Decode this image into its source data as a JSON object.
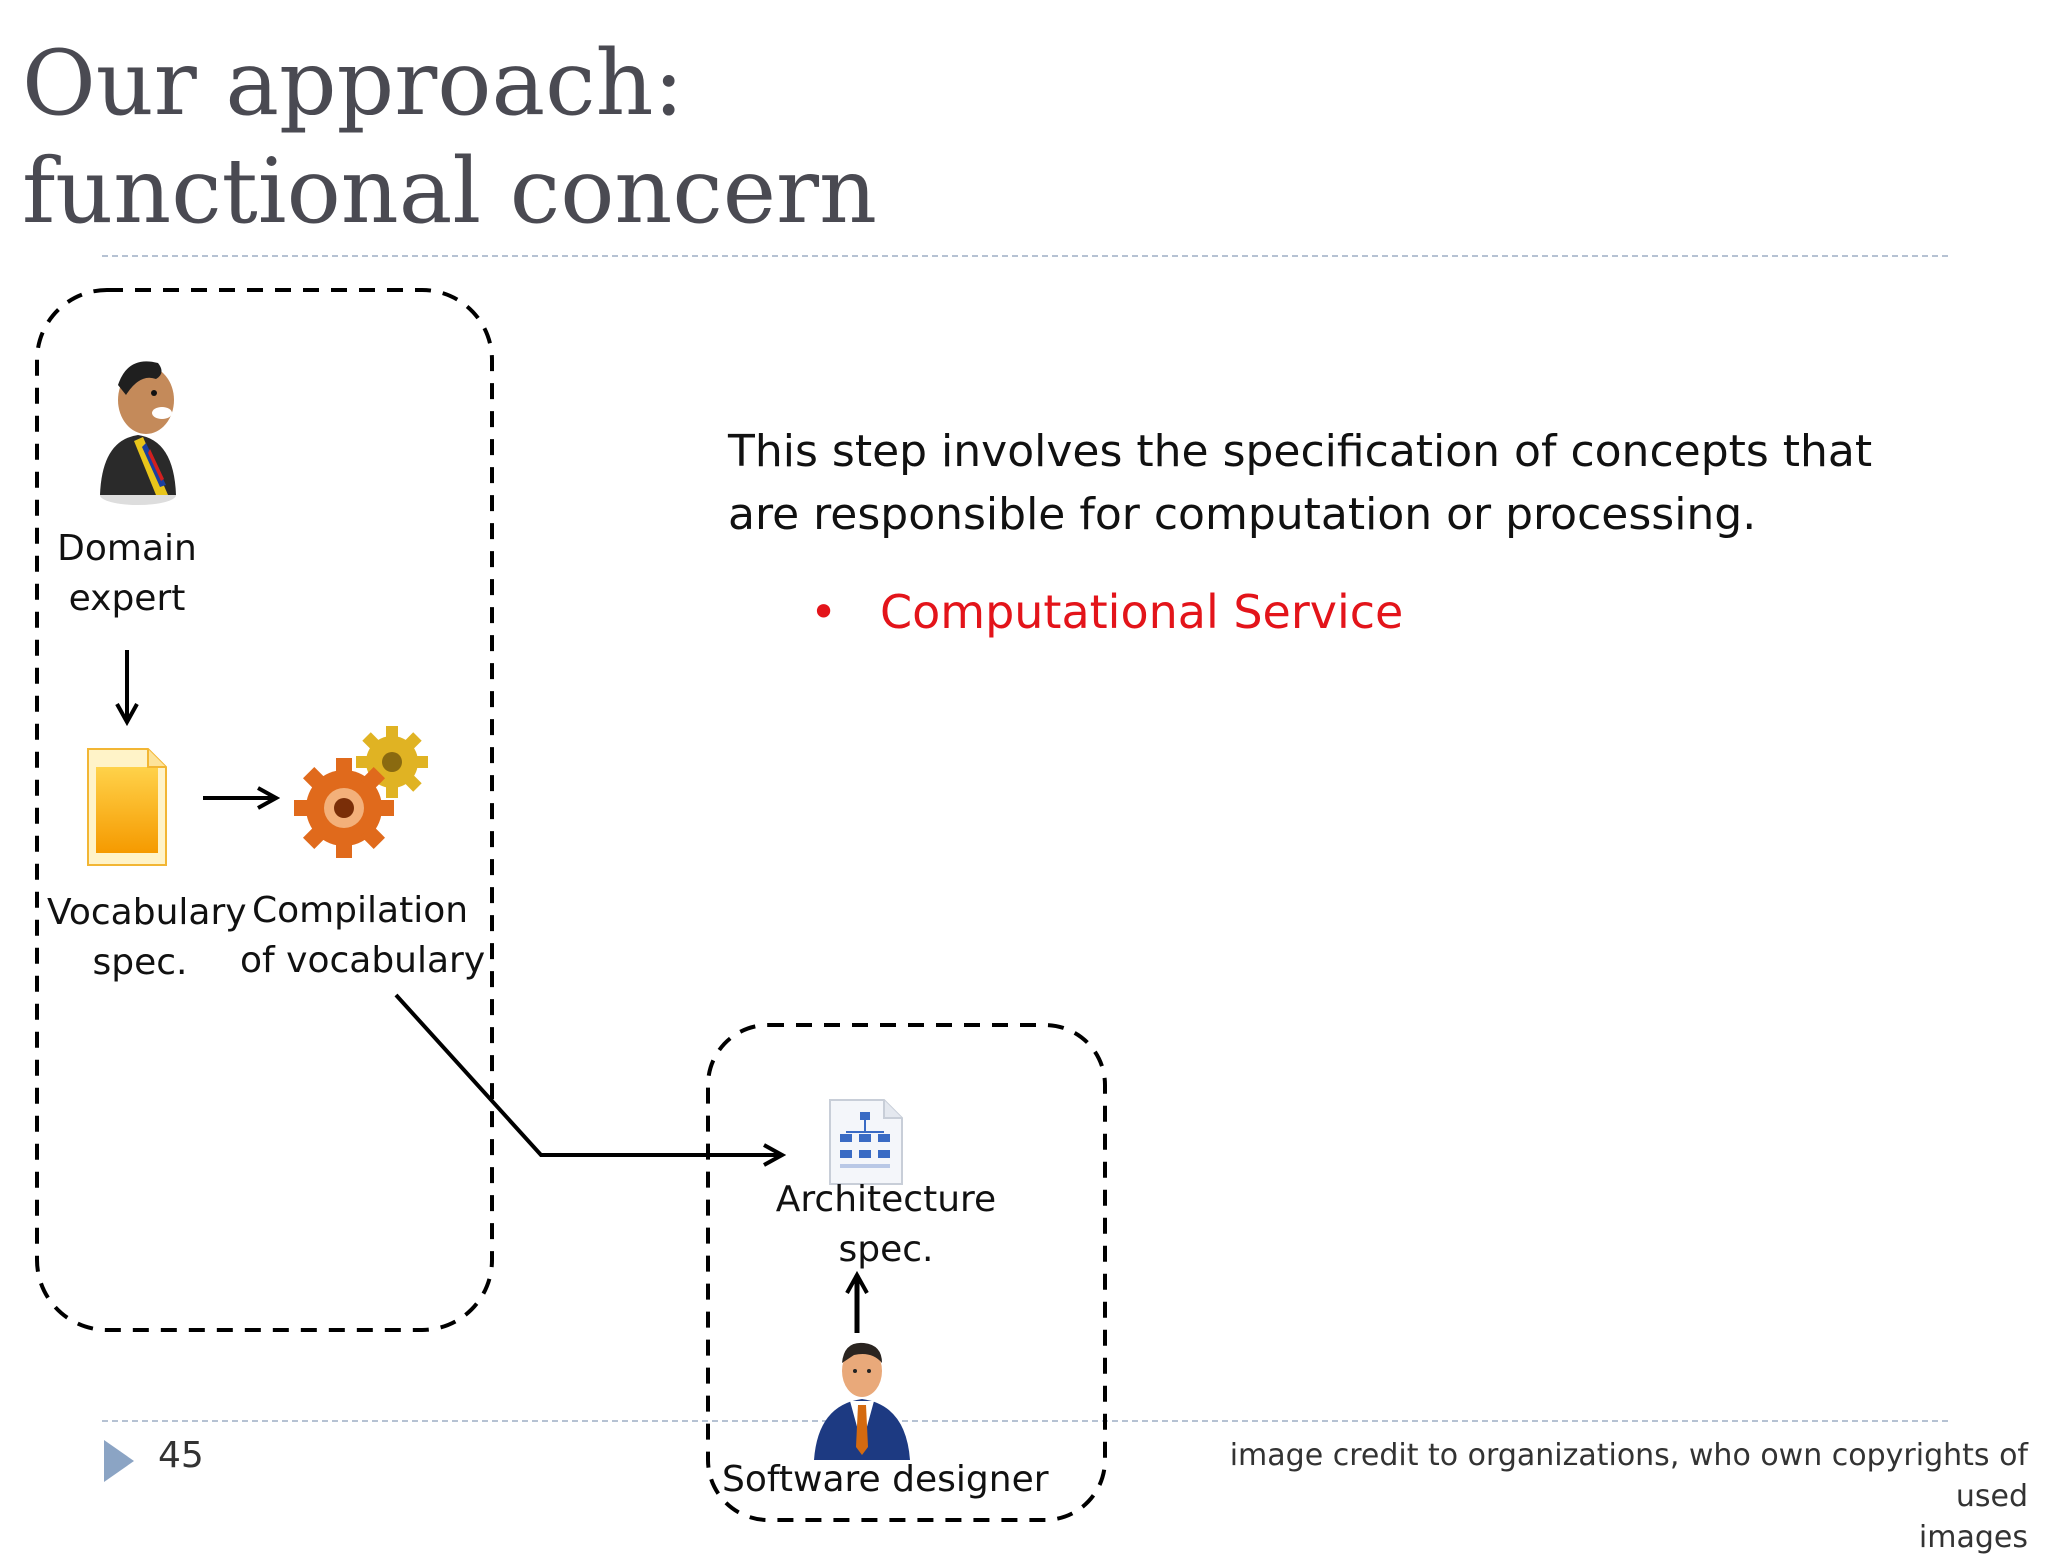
{
  "slide": {
    "title_line1": "Our approach:",
    "title_line2": "functional concern",
    "body_line1": "This step involves the specification of concepts that",
    "body_line2": "are responsible for computation or processing.",
    "bullet_marker": "•",
    "bullet_text": "Computational Service",
    "bullet_color": "#e3141a",
    "page_number": "45",
    "credit_line1": "image credit to organizations, who own copyrights of used",
    "credit_line2": "images"
  },
  "diagram": {
    "domain_expert_line1": "Domain",
    "domain_expert_line2": "expert",
    "vocab_spec_line1": "Vocabulary",
    "vocab_spec_line2": "spec.",
    "compilation_line1": "Compilation",
    "compilation_line2": "of  vocabulary",
    "arch_spec_line1": "Architecture",
    "arch_spec_line2": "spec.",
    "software_designer": "Software  designer"
  },
  "icons": {
    "person_domain": "domain-expert-person-icon",
    "document": "document-icon",
    "gears": "gears-icon",
    "architecture": "architecture-file-icon",
    "person_designer": "software-designer-person-icon",
    "play": "play-triangle-icon"
  }
}
